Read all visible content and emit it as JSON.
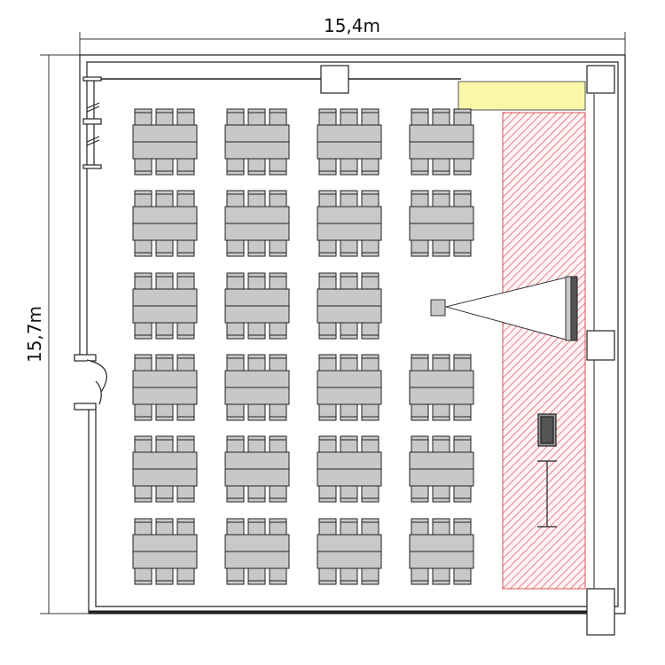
{
  "dimensions": {
    "width_label": "15,4m",
    "height_label": "15,7m"
  },
  "layout": {
    "table_rows": 6,
    "table_columns": 4,
    "seats_per_side": 3,
    "missing_table": {
      "row": 3,
      "column": 4
    }
  },
  "colors": {
    "table_fill": "#c8c8c8",
    "outline": "#222222",
    "stage_hatch": "#d8545c",
    "stage_fill": "#fff3f4",
    "screen_bar_fill": "#fbf7a8"
  },
  "icons": [
    "projector-icon",
    "lectern-icon",
    "door-icon",
    "window-icon"
  ]
}
